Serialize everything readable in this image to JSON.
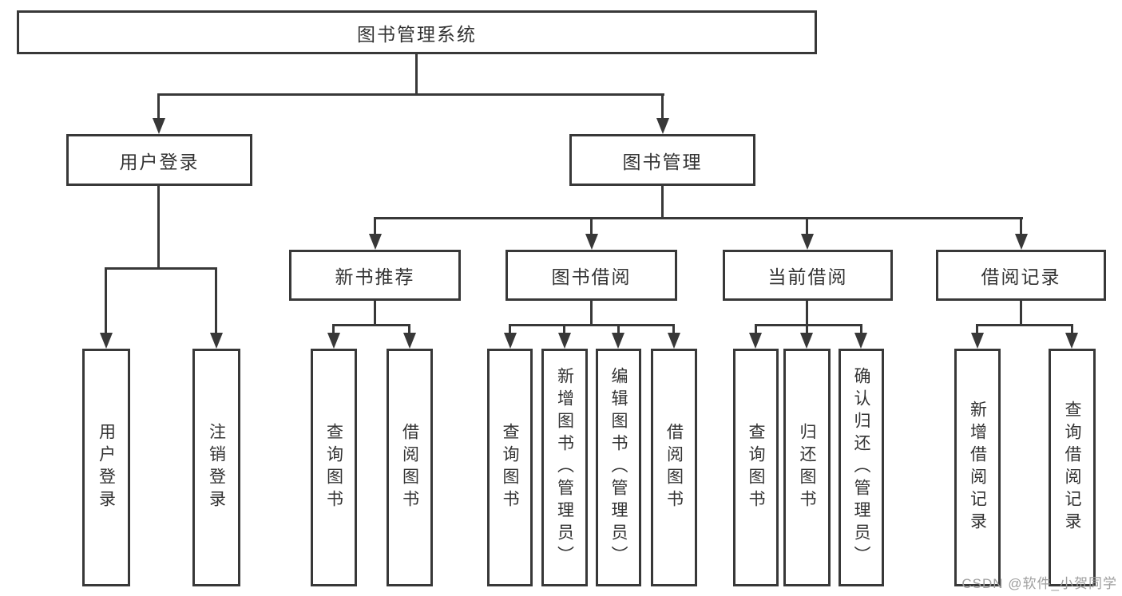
{
  "tree": {
    "label": "图书管理系统",
    "children": [
      {
        "label": "用户登录",
        "children": [
          {
            "label": "用户登录"
          },
          {
            "label": "注销登录"
          }
        ]
      },
      {
        "label": "图书管理",
        "children": [
          {
            "label": "新书推荐",
            "children": [
              {
                "label": "查询图书"
              },
              {
                "label": "借阅图书"
              }
            ]
          },
          {
            "label": "图书借阅",
            "children": [
              {
                "label": "查询图书"
              },
              {
                "label": "新增图书（管理员）"
              },
              {
                "label": "编辑图书（管理员）"
              },
              {
                "label": "借阅图书"
              }
            ]
          },
          {
            "label": "当前借阅",
            "children": [
              {
                "label": "查询图书"
              },
              {
                "label": "归还图书"
              },
              {
                "label": "确认归还（管理员）"
              }
            ]
          },
          {
            "label": "借阅记录",
            "children": [
              {
                "label": "新增借阅记录"
              },
              {
                "label": "查询借阅记录"
              }
            ]
          }
        ]
      }
    ]
  },
  "watermark": {
    "text": "CSDN @软件_小贺同学",
    "color": "#9e9e9e"
  },
  "colors": {
    "background": "#ffffff",
    "line": "#383838",
    "box_border": "#383838",
    "text": "#333333"
  }
}
